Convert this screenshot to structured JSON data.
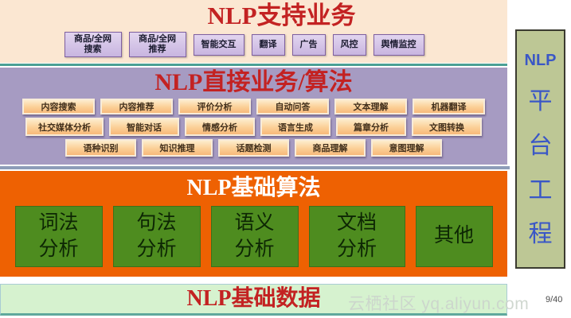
{
  "support": {
    "title": "NLP支持业务",
    "buttons": [
      "商品/全网\n搜索",
      "商品/全网\n推荐",
      "智能交互",
      "翻译",
      "广告",
      "风控",
      "舆情监控"
    ]
  },
  "direct": {
    "title": "NLP直接业务/算法",
    "row1": [
      "内容搜索",
      "内容推荐",
      "评价分析",
      "自动问答",
      "文本理解",
      "机器翻译"
    ],
    "row2": [
      "社交媒体分析",
      "智能对话",
      "情感分析",
      "语言生成",
      "篇章分析",
      "文图转换"
    ],
    "row3": [
      "语种识别",
      "知识推理",
      "话题检测",
      "商品理解",
      "意图理解"
    ]
  },
  "base_algo": {
    "title": "NLP基础算法",
    "boxes": [
      "词法\n分析",
      "句法\n分析",
      "语义\n分析",
      "文档\n分析",
      "其他"
    ]
  },
  "base_data": {
    "title": "NLP基础数据"
  },
  "platform": {
    "label": "NLP",
    "chars": [
      "平",
      "台",
      "工",
      "程"
    ]
  },
  "footer": {
    "watermark": "云栖社区 yq.aliyun.com",
    "page": "9/40"
  },
  "colors": {
    "title_red": "#c32222",
    "support_bg": "#fbe7d2",
    "support_button_bg": "#c8b5e0",
    "direct_bg": "#a69bc2",
    "direct_button_bg": "#fbcf96",
    "algo_bg": "#ee6102",
    "algo_box_green": "#4e8c1f",
    "data_bg": "#d6f2cf",
    "platform_bg": "#bdc795",
    "platform_text_blue": "#3a57c6"
  }
}
